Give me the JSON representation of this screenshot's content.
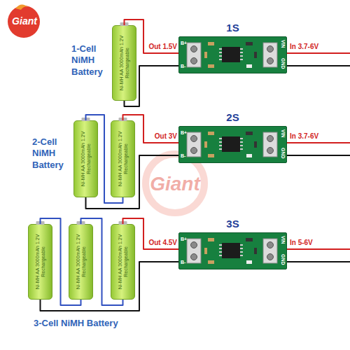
{
  "diagram": {
    "nodes": [
      {
        "text": [
          "Ni-MH AA 3000mAh 1.2V",
          "Rechargeable"
        ]
      },
      {
        "text": [
          "1S",
          "B+",
          "B-",
          "VIN",
          "GND"
        ]
      },
      {
        "text": [
          "Ni-MH AA 3000mAh 1.2V",
          "Rechargeable"
        ]
      },
      {
        "text": [
          "Ni-MH AA 3000mAh 1.2V",
          "Rechargeable"
        ]
      },
      {
        "text": [
          "2S",
          "B+",
          "B-",
          "VIN",
          "GND"
        ]
      },
      {
        "text": [
          "Ni-MH AA 3000mAh 1.2V",
          "Rechargeable"
        ]
      },
      {
        "text": [
          "Ni-MH AA 3000mAh 1.2V",
          "Rechargeable"
        ]
      },
      {
        "text": [
          "Ni-MH AA 3000mAh 1.2V",
          "Rechargeable"
        ]
      },
      {
        "text": [
          "3S",
          "B+",
          "B-",
          "VIN",
          "GND"
        ]
      }
    ],
    "edges": [
      {
        "from": 1,
        "to": 0,
        "arrow": "none",
        "label": "Out 1.5V"
      },
      {
        "from": 1,
        "to": 0,
        "arrow": "none"
      },
      {
        "from": 4,
        "to": 3,
        "arrow": "none",
        "label": "Out 3V"
      },
      {
        "from": 4,
        "to": 2,
        "arrow": "none"
      },
      {
        "from": 2,
        "to": 3,
        "arrow": "none"
      },
      {
        "from": 8,
        "to": 7,
        "arrow": "none",
        "label": "Out 4.5V"
      },
      {
        "from": 8,
        "to": 5,
        "arrow": "none"
      },
      {
        "from": 5,
        "to": 6,
        "arrow": "none"
      },
      {
        "from": 6,
        "to": 7,
        "arrow": "none"
      }
    ],
    "labels": [
      "Giant",
      "1-Cell NiMH Battery",
      "In 3.7-6V",
      "2-Cell NiMH Battery",
      "In 3.7-6V",
      "Giant",
      "3-Cell NiMH Battery",
      "In 5-6V"
    ]
  }
}
